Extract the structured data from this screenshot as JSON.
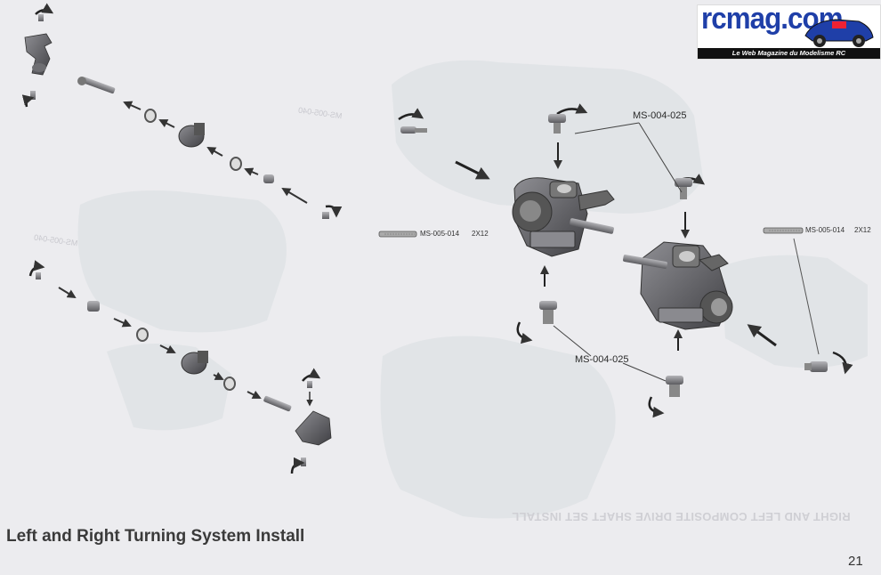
{
  "page": {
    "title": "Left and Right Turning System Install",
    "page_number": "21",
    "mirrored_text": "RIGHT AND LEFT COMPOSITE DRIVE SHAFT SET INSTALL",
    "ghost_label_top": "MS-005-040",
    "ghost_label_left": "MS-005-040"
  },
  "logo": {
    "text": "rcmag.com",
    "tagline": "Le Web Magazine du Modelisme RC"
  },
  "labels": {
    "screw_left_part": "MS-005-014",
    "screw_left_size": "2X12",
    "screw_right_part": "MS-005-014",
    "screw_right_size": "2X12",
    "pin_top": "MS-004-025",
    "pin_bottom": "MS-004-025"
  },
  "colors": {
    "background": "#ececef",
    "part_dark": "#5a5a5e",
    "part_light": "#9a9aa0",
    "ghost": "#dde2e4",
    "logo_blue": "#1f3fa8"
  }
}
